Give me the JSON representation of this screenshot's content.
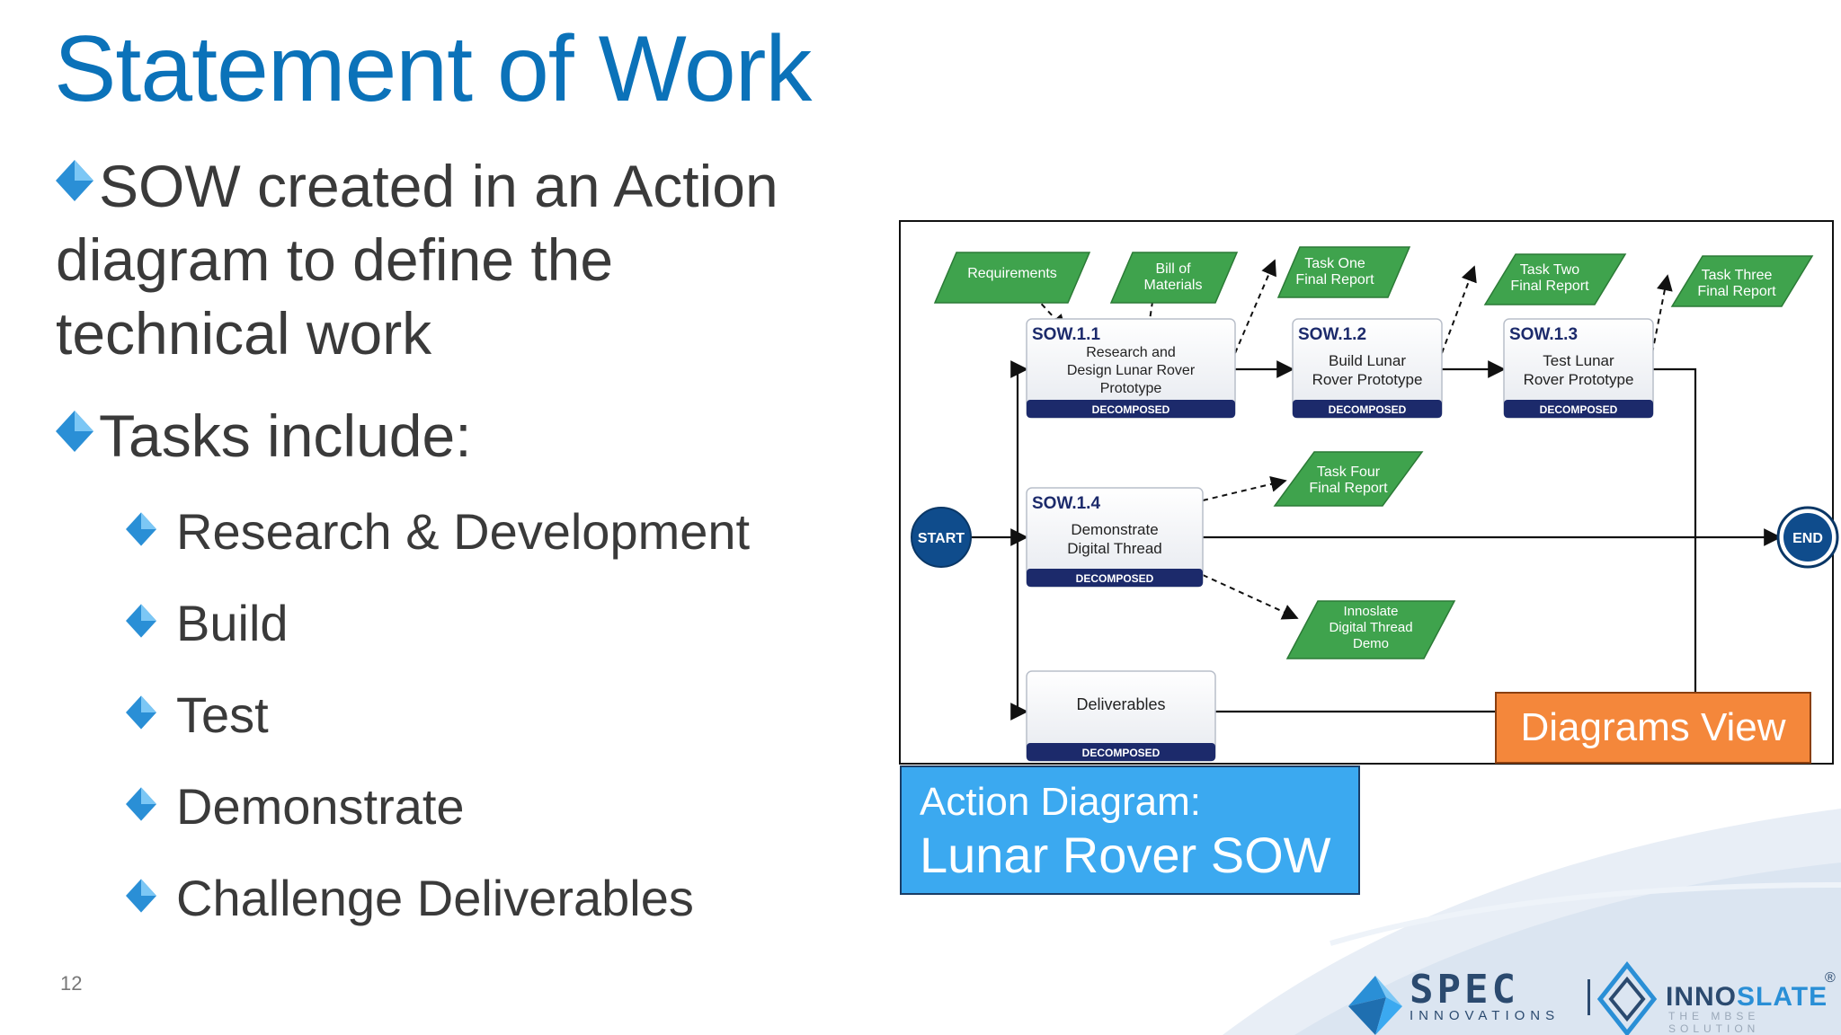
{
  "slide": {
    "title": "Statement of Work",
    "page_number": "12",
    "bullets": [
      {
        "lines": [
          "SOW created in an Action",
          "diagram to define the",
          "technical work"
        ]
      },
      {
        "lines": [
          "Tasks include:"
        ]
      }
    ],
    "sub_bullets": [
      "Research & Development",
      "Build",
      "Test",
      "Demonstrate",
      "Challenge Deliverables"
    ]
  },
  "diagram": {
    "start_label": "START",
    "end_label": "END",
    "tasks": [
      {
        "id": "SOW.1.1",
        "lines": [
          "Research and",
          "Design Lunar Rover",
          "Prototype"
        ],
        "badge": "DECOMPOSED"
      },
      {
        "id": "SOW.1.2",
        "lines": [
          "Build Lunar",
          "Rover Prototype"
        ],
        "badge": "DECOMPOSED"
      },
      {
        "id": "SOW.1.3",
        "lines": [
          "Test Lunar",
          "Rover Prototype"
        ],
        "badge": "DECOMPOSED"
      },
      {
        "id": "SOW.1.4",
        "lines": [
          "Demonstrate",
          "Digital Thread"
        ],
        "badge": "DECOMPOSED"
      },
      {
        "id": "",
        "lines": [
          "Deliverables"
        ],
        "badge": "DECOMPOSED"
      }
    ],
    "outputs": [
      {
        "lines": [
          "Requirements"
        ]
      },
      {
        "lines": [
          "Bill of",
          "Materials"
        ]
      },
      {
        "lines": [
          "Task One",
          "Final Report"
        ]
      },
      {
        "lines": [
          "Task Two",
          "Final Report"
        ]
      },
      {
        "lines": [
          "Task Three",
          "Final Report"
        ]
      },
      {
        "lines": [
          "Task Four",
          "Final Report"
        ]
      },
      {
        "lines": [
          "Innoslate",
          "Digital Thread",
          "Demo"
        ]
      }
    ]
  },
  "callouts": {
    "action_diagram_line1": "Action Diagram:",
    "action_diagram_line2": "Lunar Rover SOW",
    "diagrams_view": "Diagrams View"
  },
  "logos": {
    "spec_name": "SPEC",
    "spec_sub": "INNOVATIONS",
    "inno_part1": "INNO",
    "inno_part2": "SLATE",
    "inno_sub": "THE MBSE SOLUTION",
    "registered": "®"
  },
  "colors": {
    "title_blue": "#0b72b9",
    "output_green": "#3fa34d",
    "task_badge": "#1c2a6b",
    "start_end_blue": "#0f4c8c",
    "callout_blue": "#3ba9f0",
    "callout_orange": "#f4873b"
  }
}
